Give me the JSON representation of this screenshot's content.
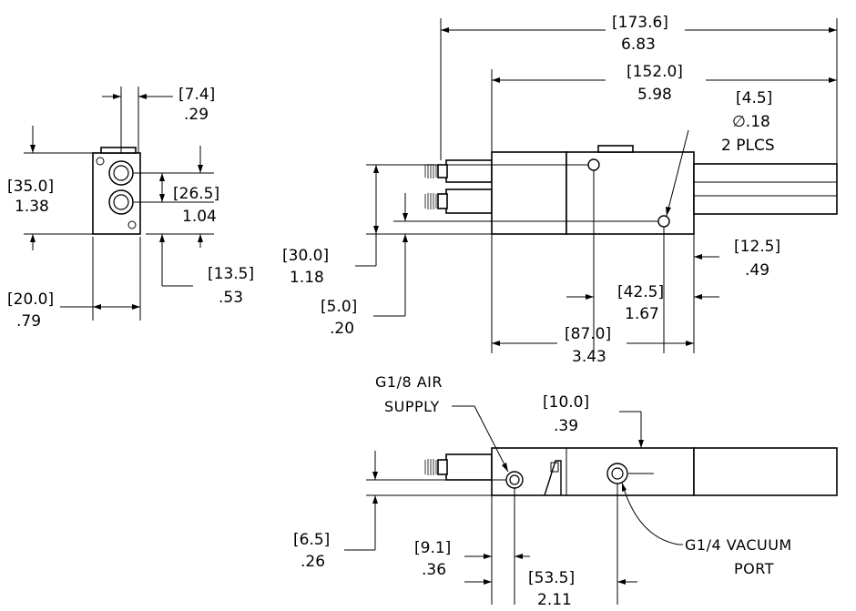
{
  "dimensions": {
    "front_width": {
      "mm": "[7.4]",
      "in": ".29"
    },
    "front_height": {
      "mm": "[35.0]",
      "in": "1.38"
    },
    "front_port_spacing": {
      "mm": "[26.5]",
      "in": "1.04"
    },
    "front_port_offset": {
      "mm": "[13.5]",
      "in": ".53"
    },
    "front_depth": {
      "mm": "[20.0]",
      "in": ".79"
    },
    "overall_length": {
      "mm": "[173.6]",
      "in": "6.83"
    },
    "body_to_end": {
      "mm": "[152.0]",
      "in": "5.98"
    },
    "hole_dia": {
      "mm": "[4.5]",
      "dia": "∅.18",
      "note": "2 PLCS"
    },
    "hole_pitch_v": {
      "mm": "[30.0]",
      "in": "1.18"
    },
    "hole_offset_v": {
      "mm": "[5.0]",
      "in": ".20"
    },
    "end_hole_offset": {
      "mm": "[12.5]",
      "in": ".49"
    },
    "hole_spacing": {
      "mm": "[42.5]",
      "in": "1.67"
    },
    "body_length": {
      "mm": "[87.0]",
      "in": "3.43"
    },
    "top_offset": {
      "mm": "[10.0]",
      "in": ".39"
    },
    "side_height": {
      "mm": "[6.5]",
      "in": ".26"
    },
    "air_offset": {
      "mm": "[9.1]",
      "in": ".36"
    },
    "vac_offset": {
      "mm": "[53.5]",
      "in": "2.11"
    }
  },
  "callouts": {
    "air_supply_line1": "G1/8 AIR",
    "air_supply_line2": "SUPPLY",
    "vacuum_line1": "G1/4 VACUUM",
    "vacuum_line2": "PORT"
  }
}
